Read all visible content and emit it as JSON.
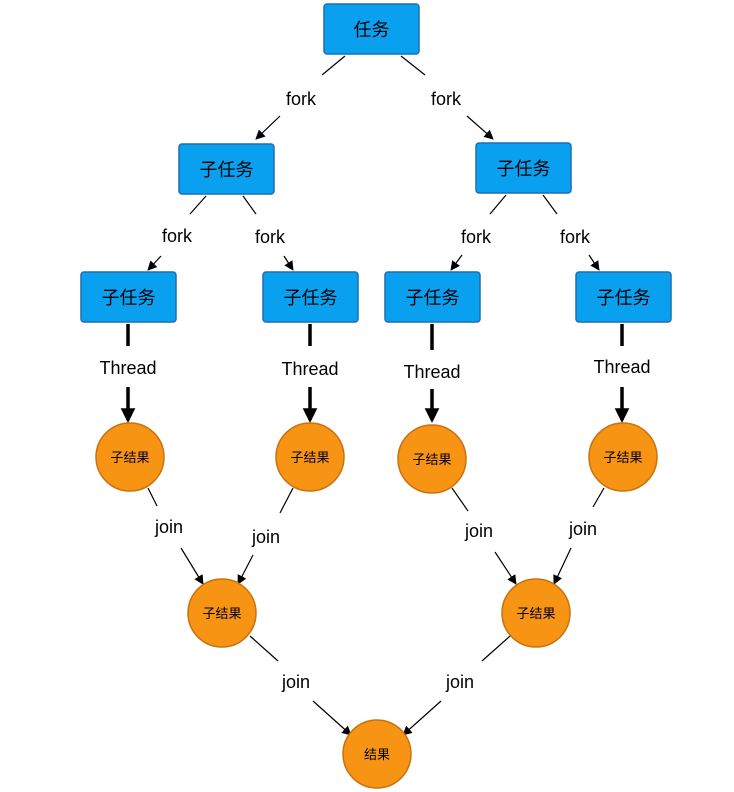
{
  "colors": {
    "task_fill": "#0aa0f0",
    "result_fill": "#f79413"
  },
  "nodes": {
    "root_task": "任务",
    "sub_task_left": "子任务",
    "sub_task_right": "子任务",
    "leaf_task_1": "子任务",
    "leaf_task_2": "子任务",
    "leaf_task_3": "子任务",
    "leaf_task_4": "子任务",
    "leaf_result_1": "子结果",
    "leaf_result_2": "子结果",
    "leaf_result_3": "子结果",
    "leaf_result_4": "子结果",
    "mid_result_left": "子结果",
    "mid_result_right": "子结果",
    "final_result": "结果"
  },
  "edge_labels": {
    "fork_root_left": "fork",
    "fork_root_right": "fork",
    "fork_left_1": "fork",
    "fork_left_2": "fork",
    "fork_right_1": "fork",
    "fork_right_2": "fork",
    "thread_1": "Thread",
    "thread_2": "Thread",
    "thread_3": "Thread",
    "thread_4": "Thread",
    "join_1": "join",
    "join_2": "join",
    "join_3": "join",
    "join_4": "join",
    "join_final_left": "join",
    "join_final_right": "join"
  }
}
